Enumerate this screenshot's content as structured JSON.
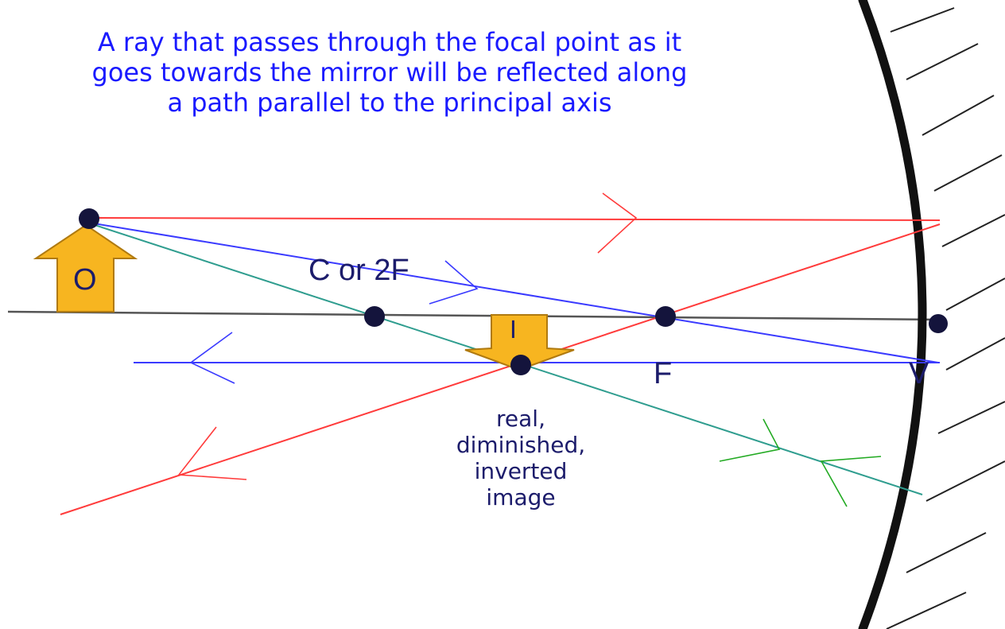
{
  "caption": {
    "line1": "A ray that passes through the focal point as it",
    "line2": "goes towards the mirror will be reflected along",
    "line3": "a path parallel to the principal axis"
  },
  "labels": {
    "object": "O",
    "image": "I",
    "center": "C or 2F",
    "focal": "F",
    "vertex": "V"
  },
  "image_note": [
    "real,",
    "diminished,",
    "inverted",
    "image"
  ],
  "colors": {
    "caption": "#1a1aff",
    "axis": "#555555",
    "ray_red": "#ff3b3b",
    "ray_blue": "#3a3aff",
    "ray_green": "#2f9d8f",
    "arrow_fill": "#f7b520",
    "point": "#14143c",
    "mirror": "#111111"
  }
}
